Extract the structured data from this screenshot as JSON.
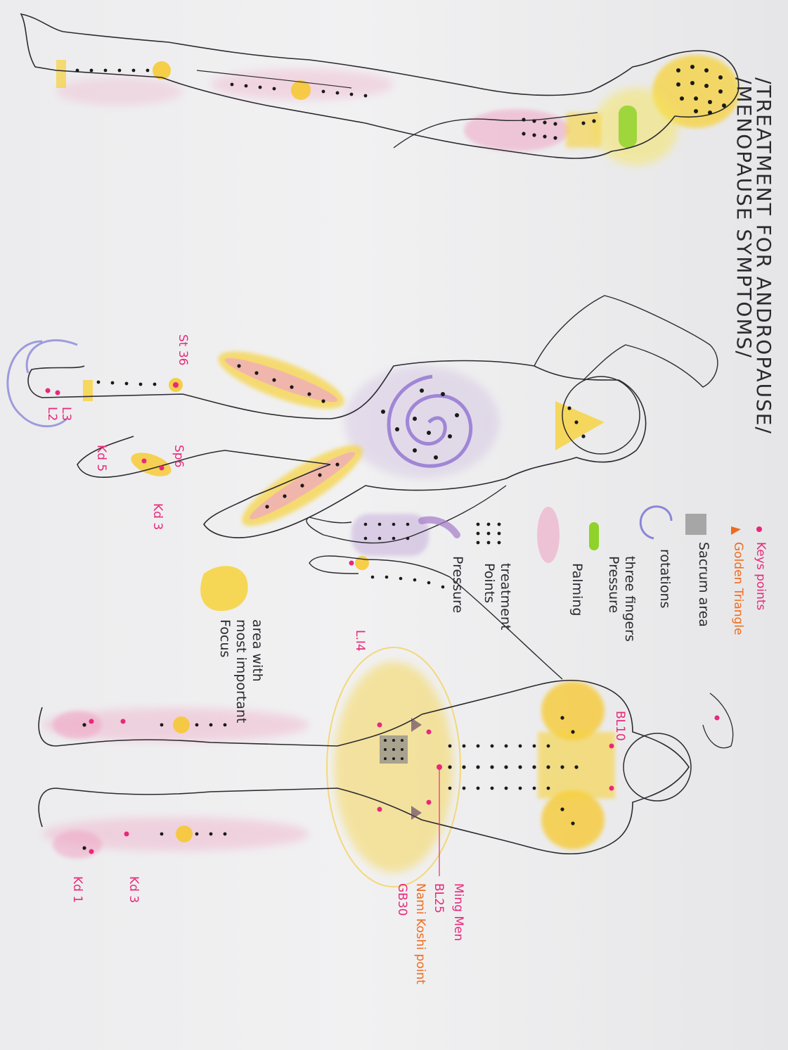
{
  "title": {
    "line1": "/TREATMENT  FOR ANDROPAUSE/",
    "line2": "/MENOPAUSE SYMPTOMS/"
  },
  "legend": {
    "keys_points": "Keys points",
    "golden_triangle": "Golden Triangle",
    "sacrum_area": "Sacrum area",
    "rotations": "rotations",
    "three_fingers_1": "three fingers",
    "three_fingers_2": "Pressure",
    "palming": "Palming",
    "treatment_1": "treatment",
    "treatment_2": "Points",
    "pressure": "Pressure",
    "focus_1": "area with",
    "focus_2": "most important",
    "focus_3": "Focus"
  },
  "point_labels": {
    "st36": "St 36",
    "l3": "L3",
    "l2": "L2",
    "kd5": "Kd 5",
    "sp6": "Sp6",
    "kd3_front": "Kd 3",
    "li4": "L.I4",
    "bl10": "BL10",
    "ming_men": "Ming Men",
    "bl25": "BL25",
    "nami_koshi": "Nami Koshi point",
    "gb30": "GB30",
    "kd3_back": "Kd 3",
    "kd1": "Kd 1"
  },
  "colors": {
    "keys_points": "#e8287a",
    "golden_triangle": "#f06a1c",
    "focus_yellow": "#f7d23a",
    "palming_pink": "#f0a6c4",
    "pressure_purple": "#a57bc9",
    "rotation_blue": "#8a86d8",
    "three_fingers_green": "#8fd22a",
    "ink": "#2a2a30"
  }
}
